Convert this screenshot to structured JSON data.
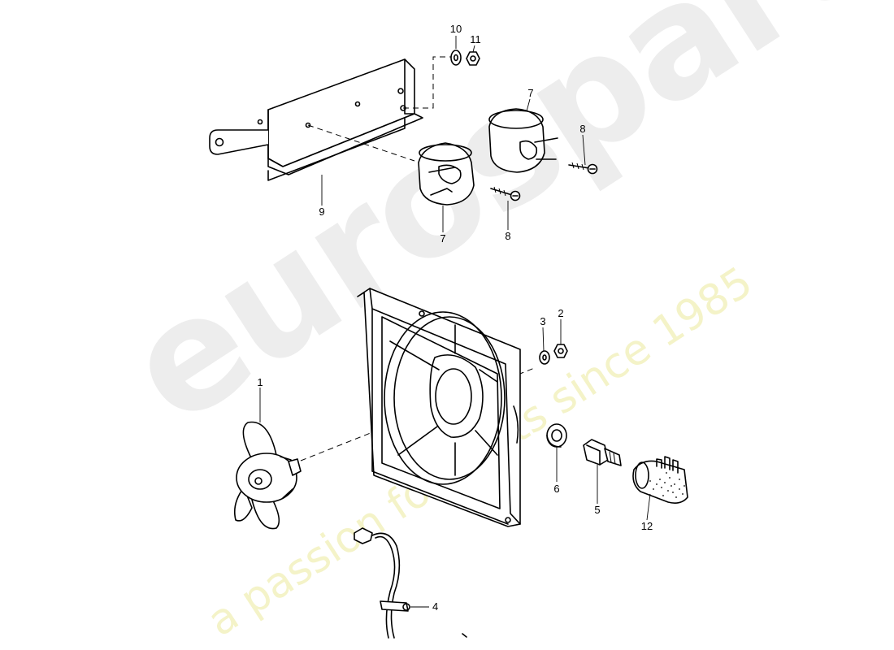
{
  "watermark": {
    "brand": "eurospares",
    "tagline": "a passion for parts since 1985"
  },
  "callouts": [
    {
      "id": "1",
      "label": "1"
    },
    {
      "id": "2",
      "label": "2"
    },
    {
      "id": "3",
      "label": "3"
    },
    {
      "id": "4",
      "label": "4"
    },
    {
      "id": "5",
      "label": "5"
    },
    {
      "id": "6",
      "label": "6"
    },
    {
      "id": "7a",
      "label": "7"
    },
    {
      "id": "7b",
      "label": "7"
    },
    {
      "id": "8a",
      "label": "8"
    },
    {
      "id": "8b",
      "label": "8"
    },
    {
      "id": "9",
      "label": "9"
    },
    {
      "id": "10",
      "label": "10"
    },
    {
      "id": "11",
      "label": "11"
    },
    {
      "id": "12",
      "label": "12"
    }
  ]
}
